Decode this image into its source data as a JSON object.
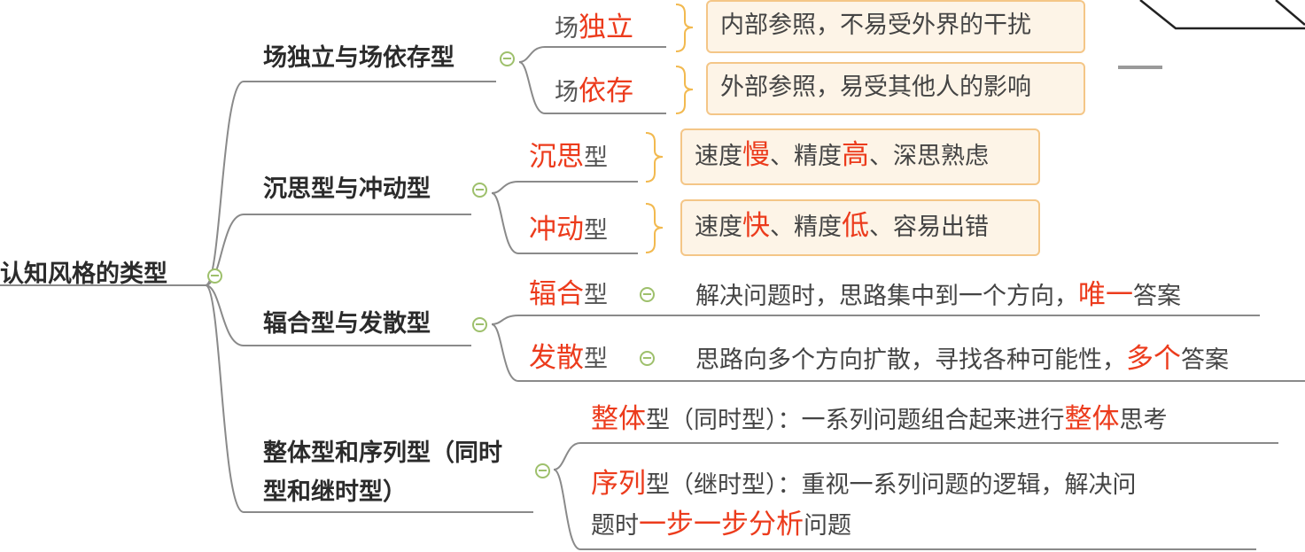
{
  "root": {
    "label": "认知风格的类型"
  },
  "branches": [
    {
      "label": "场独立与场依存型",
      "children": [
        {
          "prefix": "场",
          "highlight": "独立",
          "suffix": "",
          "note": "内部参照，不易受外界的干扰"
        },
        {
          "prefix": "场",
          "highlight": "依存",
          "suffix": "",
          "note": "外部参照，易受其他人的影响"
        }
      ]
    },
    {
      "label": "沉思型与冲动型",
      "children": [
        {
          "prefix": "",
          "highlight": "沉思",
          "suffix": "型",
          "note": {
            "a": "速度",
            "b": "慢",
            "c": "、精度",
            "d": "高",
            "e": "、深思熟虑"
          }
        },
        {
          "prefix": "",
          "highlight": "冲动",
          "suffix": "型",
          "note": {
            "a": "速度",
            "b": "快",
            "c": "、精度",
            "d": "低",
            "e": "、容易出错"
          }
        }
      ]
    },
    {
      "label": "辐合型与发散型",
      "children": [
        {
          "prefix": "",
          "highlight": "辐合",
          "suffix": "型",
          "desc": {
            "a": "解决问题时，思路集中到一个方向，",
            "b": "唯一",
            "c": "答案"
          }
        },
        {
          "prefix": "",
          "highlight": "发散",
          "suffix": "型",
          "desc": {
            "a": "思路向多个方向扩散，寻找各种可能性，",
            "b": "多个",
            "c": "答案"
          }
        }
      ]
    },
    {
      "label": "整体型和序列型（同时型和继时型）",
      "children": [
        {
          "highlight": "整体",
          "suffix": "型（同时型）：一系列问题组合起来进行",
          "highlight2": "整体",
          "tail": "思考"
        },
        {
          "highlight": "序列",
          "suffix": "型（继时型）：重视一系列问题的逻辑，解决问",
          "line2a": "题时",
          "highlight2": "一步一步分析",
          "line2b": "问题"
        }
      ]
    }
  ],
  "colors": {
    "highlight": "#ec3b1c",
    "box_border": "#f4c687",
    "box_fill": "#fdf4e7",
    "line": "#8a8a8a",
    "collapse": "#9ec06c"
  }
}
